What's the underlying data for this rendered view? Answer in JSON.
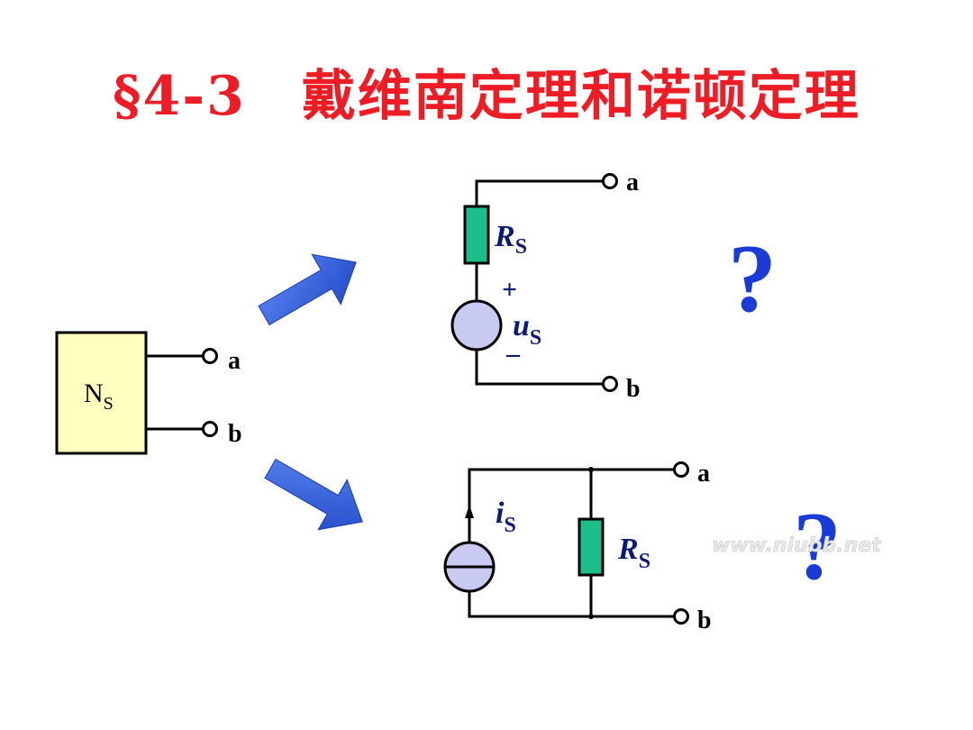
{
  "title": "§4-3　戴维南定理和诺顿定理",
  "network": {
    "label": "N",
    "label_sub": "S",
    "terminal_a": "a",
    "terminal_b": "b"
  },
  "thevenin": {
    "resistor_label": "R",
    "resistor_sub": "S",
    "source_label": "u",
    "source_sub": "S",
    "plus": "+",
    "minus": "–",
    "terminal_a": "a",
    "terminal_b": "b",
    "question": "?"
  },
  "norton": {
    "source_label": "i",
    "source_sub": "S",
    "resistor_label": "R",
    "resistor_sub": "S",
    "terminal_a": "a",
    "terminal_b": "b",
    "question": "?"
  },
  "watermark": "www.niubb.net",
  "colors": {
    "title": "#ee1c25",
    "network_box": "#ffffc0",
    "resistor": "#1dbe8c",
    "source": "#c9caf2",
    "arrow": "#2a56d8",
    "question": "#1b3bd6",
    "symbol_text": "#0b1a72"
  }
}
